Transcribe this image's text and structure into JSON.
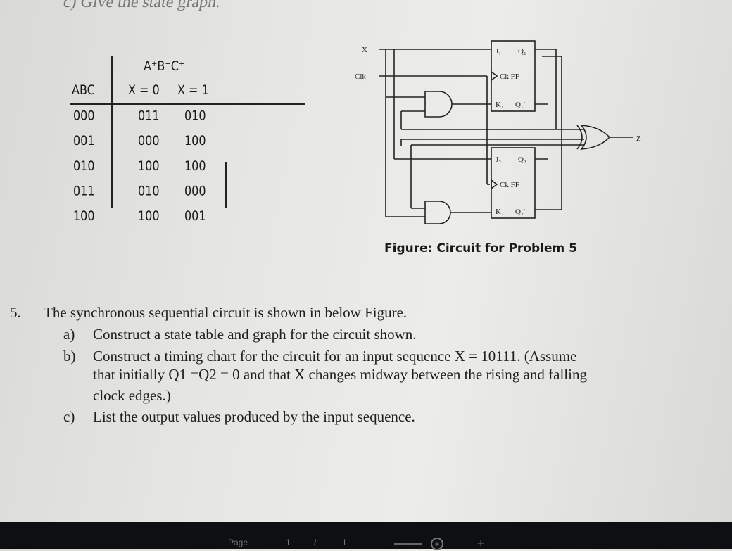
{
  "header_fragment": "c)  Give the state graph.",
  "state_table": {
    "next_state_header": "A⁺B⁺C⁺",
    "row_header": "ABC",
    "x0_header": "X = 0",
    "x1_header": "X = 1",
    "rows": [
      {
        "abc": "000",
        "x0": "011",
        "x1": "010"
      },
      {
        "abc": "001",
        "x0": "000",
        "x1": "100"
      },
      {
        "abc": "010",
        "x0": "100",
        "x1": "100"
      },
      {
        "abc": "011",
        "x0": "010",
        "x1": "000"
      },
      {
        "abc": "100",
        "x0": "100",
        "x1": "001"
      }
    ]
  },
  "circuit": {
    "input_x": "X",
    "clock": "Clk",
    "output": "Z",
    "ff1": {
      "j": "J₁",
      "q": "Q₁",
      "ck": "Ck  FF",
      "k": "K₁",
      "qn": "Q₁′"
    },
    "ff2": {
      "j": "J₂",
      "q": "Q₂",
      "ck": "Ck  FF",
      "k": "K₂",
      "qn": "Q₂′"
    }
  },
  "figure_caption": "Figure: Circuit for Problem 5",
  "problem": {
    "number": "5.",
    "intro": "The synchronous sequential circuit is shown in below Figure.",
    "a_label": "a)",
    "a_text": "Construct a state table and graph for the circuit shown.",
    "b_label": "b)",
    "b_text": "Construct a timing chart for the circuit for an input sequence X = 10111. (Assume",
    "b_text_2": "that initially Q1 =Q2 = 0 and that X changes midway between the rising and falling",
    "b_text_3": "clock edges.)",
    "c_label": "c)",
    "c_text": "List the output values produced by the input sequence."
  },
  "taskbar": {
    "page_label": "Page",
    "page_num": "1",
    "page_sep": "/",
    "page_total": "1"
  }
}
